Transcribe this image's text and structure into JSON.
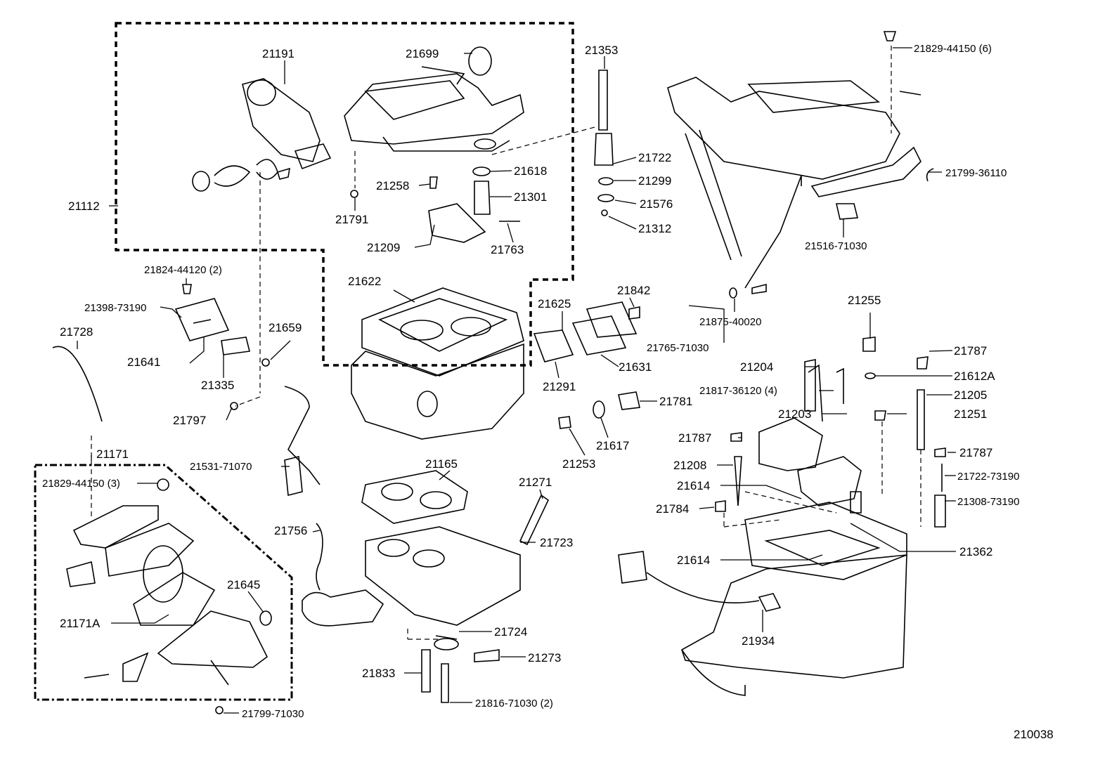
{
  "diagram_id": "210038",
  "labels": {
    "p21191": "21191",
    "p21699": "21699",
    "p21353": "21353",
    "p21829_44150_6": "21829-44150 (6)",
    "p21112": "21112",
    "p21722": "21722",
    "p21618": "21618",
    "p21258": "21258",
    "p21301": "21301",
    "p21299": "21299",
    "p21576": "21576",
    "p21312": "21312",
    "p21791": "21791",
    "p21209": "21209",
    "p21763": "21763",
    "p21799_36110": "21799-36110",
    "p21516_71030": "21516-71030",
    "p21824_44120_2": "21824-44120 (2)",
    "p21622": "21622",
    "p21842": "21842",
    "p21398_73190": "21398-73190",
    "p21625": "21625",
    "p21875_40020": "21875-40020",
    "p21255": "21255",
    "p21728": "21728",
    "p21659": "21659",
    "p21765_71030": "21765-71030",
    "p21641": "21641",
    "p21631": "21631",
    "p21787_a": "21787",
    "p21204": "21204",
    "p21612A": "21612A",
    "p21335": "21335",
    "p21291": "21291",
    "p21817_36120_4": "21817-36120 (4)",
    "p21205": "21205",
    "p21781": "21781",
    "p21797": "21797",
    "p21203": "21203",
    "p21251": "21251",
    "p21787_b": "21787",
    "p21617": "21617",
    "p21531_71070": "21531-71070",
    "p21253": "21253",
    "p21787_c": "21787",
    "p21171": "21171",
    "p21208": "21208",
    "p21165": "21165",
    "p21722_73190": "21722-73190",
    "p21829_44150_3": "21829-44150 (3)",
    "p21271": "21271",
    "p21614_a": "21614",
    "p21308_73190": "21308-73190",
    "p21784": "21784",
    "p21756": "21756",
    "p21723": "21723",
    "p21362": "21362",
    "p21614_b": "21614",
    "p21645": "21645",
    "p21171A": "21171A",
    "p21724": "21724",
    "p21934": "21934",
    "p21273": "21273",
    "p21833": "21833",
    "p21816_71030_2": "21816-71030 (2)",
    "p21799_71030": "21799-71030"
  }
}
